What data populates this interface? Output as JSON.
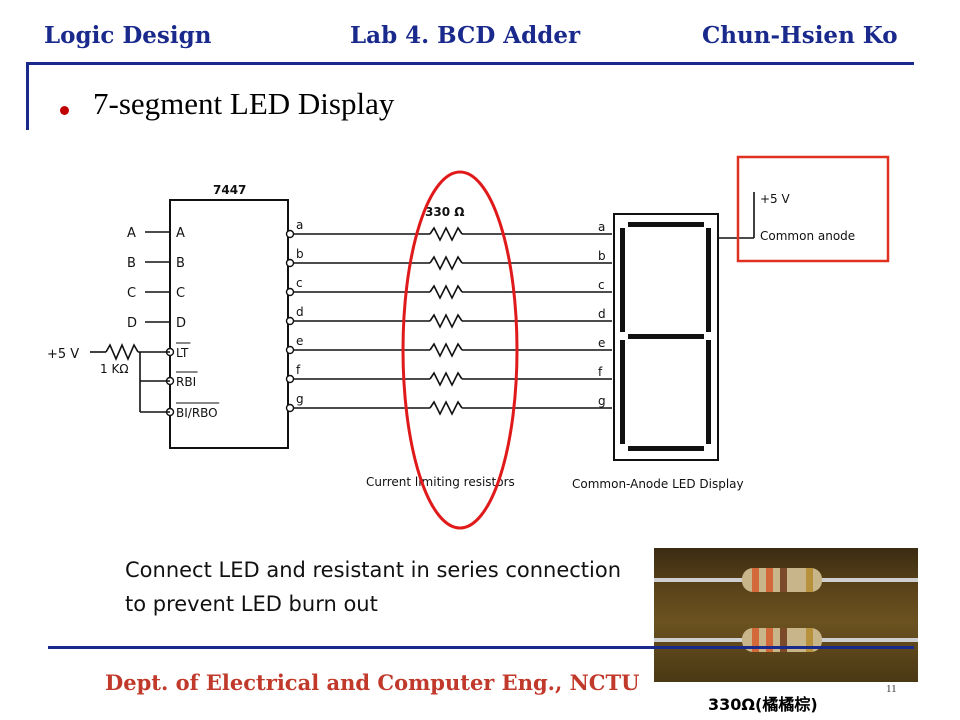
{
  "header": {
    "course": "Logic Design",
    "lab": "Lab 4. BCD Adder",
    "author": "Chun-Hsien Ko"
  },
  "slide": {
    "title": "7-segment LED Display"
  },
  "diagram": {
    "chip_name": "7447",
    "inputs": [
      "A",
      "B",
      "C",
      "D"
    ],
    "control_pins": [
      "LT",
      "RBI",
      "BI/RBO"
    ],
    "outputs": [
      "a",
      "b",
      "c",
      "d",
      "e",
      "f",
      "g"
    ],
    "supply_left": "+5 V",
    "pullup_resistor": "1 KΩ",
    "resistor_value": "330 Ω",
    "resistors_caption": "Current limiting resistors",
    "display_caption": "Common-Anode LED Display",
    "supply_right": "+5 V",
    "common_anode": "Common anode",
    "highlight_color": "#e03020",
    "circle_color": "#e01a1a"
  },
  "note": {
    "line1": "Connect LED and resistant in series connection",
    "line2": "to prevent LED burn out"
  },
  "photo": {
    "caption": "330Ω(橘橘棕)"
  },
  "footer": {
    "department": "Dept. of Electrical and Computer Eng., NCTU",
    "page": "11"
  }
}
